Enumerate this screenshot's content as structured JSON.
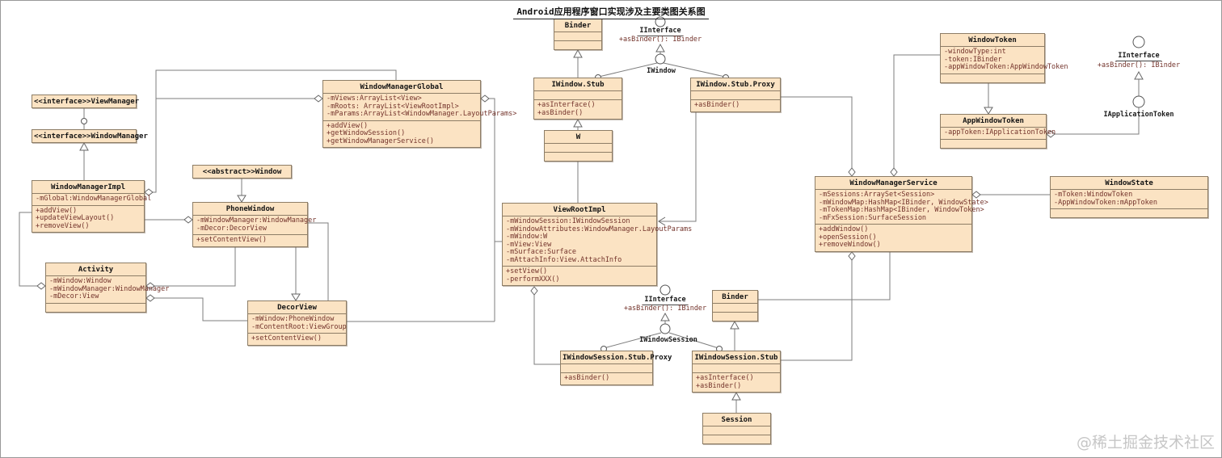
{
  "title": "Android应用程序窗口实现涉及主要类图关系图",
  "watermark": "@稀土掘金技术社区",
  "colors": {
    "box_fill": "#fbe3c3",
    "box_border": "#8d7d66",
    "title_text": "#141414",
    "member_text": "#73332b",
    "line_color": "#7e7e7e",
    "watermark_text": "#c6c6c6"
  },
  "classes": {
    "viewmanager": {
      "name": "<<interface>>ViewManager"
    },
    "windowmanager_if": {
      "name": "<<interface>>WindowManager"
    },
    "windowmanagerimpl": {
      "name": "WindowManagerImpl",
      "attributes": [
        "-mGlobal:WindowManagerGlobal"
      ],
      "operations": [
        "+addView()",
        "+updateViewLayout()",
        "+removeView()"
      ]
    },
    "activity": {
      "name": "Activity",
      "attributes": [
        "-mWindow:Window",
        "-mWindowManager:WindowManager",
        "-mDecor:View"
      ],
      "operations": []
    },
    "window_abs": {
      "name": "<<abstract>>Window"
    },
    "phonewindow": {
      "name": "PhoneWindow",
      "attributes": [
        "-mWindowManager:WindowManager",
        "-mDecor:DecorView"
      ],
      "operations": [
        "+setContentView()"
      ]
    },
    "decorview": {
      "name": "DecorView",
      "attributes": [
        "-mWindow:PhoneWindow",
        "-mContentRoot:ViewGroup"
      ],
      "operations": [
        "+setContentView()"
      ]
    },
    "windowmanagerglobal": {
      "name": "WindowManagerGlobal",
      "attributes": [
        "-mViews:ArrayList<View>",
        "-mRoots: ArrayList<ViewRootImpl>",
        "-mParams:ArrayList<WindowManager.LayoutParams>"
      ],
      "operations": [
        "+addView()",
        "+getWindowSession()",
        "+getWindowManagerService()"
      ]
    },
    "binder_top": {
      "name": "Binder",
      "attributes": [],
      "operations": []
    },
    "iwindow_stub": {
      "name": "IWindow.Stub",
      "attributes": [],
      "operations": [
        "+asInterface()",
        "+asBinder()"
      ]
    },
    "iwindow_stub_proxy": {
      "name": "IWindow.Stub.Proxy",
      "attributes": [],
      "operations": [
        "+asBinder()"
      ]
    },
    "w": {
      "name": "W",
      "attributes": [],
      "operations": []
    },
    "viewrootimpl": {
      "name": "ViewRootImpl",
      "attributes": [
        "-mWindowSession:IWindowSession",
        "-mWindowAttributes:WindowManager.LayoutParams",
        "-mWindow:W",
        "-mView:View",
        "-mSurface:Surface",
        "-mAttachInfo:View.AttachInfo"
      ],
      "operations": [
        "+setView()",
        "-performXXX()"
      ]
    },
    "windowmanagerservice": {
      "name": "WindowManagerService",
      "attributes": [
        "-mSessions:ArraySet<Session>",
        "-mWindowMap:HashMap<IBinder, WindowState>",
        "-mTokenMap:HashMap<IBinder, WindowToken>",
        "-mFxSession:SurfaceSession"
      ],
      "operations": [
        "+addWindow()",
        "+openSession()",
        "+removeWindow()"
      ]
    },
    "windowtoken": {
      "name": "WindowToken",
      "attributes": [
        "-windowType:int",
        "-token:IBinder",
        "-appWindowToken:AppWindowToken"
      ],
      "operations": []
    },
    "appwindowtoken": {
      "name": "AppWindowToken",
      "attributes": [
        "-appToken:IApplicationToken"
      ],
      "operations": []
    },
    "windowstate": {
      "name": "WindowState",
      "attributes": [
        "-mToken:WindowToken",
        "-AppWindowToken:mAppToken"
      ],
      "operations": []
    },
    "binder_bottom": {
      "name": "Binder",
      "attributes": [],
      "operations": []
    },
    "iwindowsession_stub_proxy": {
      "name": "IWindowSession.Stub.Proxy",
      "attributes": [],
      "operations": [
        "+asBinder()"
      ]
    },
    "iwindowsession_stub": {
      "name": "IWindowSession.Stub",
      "attributes": [],
      "operations": [
        "+asInterface()",
        "+asBinder()"
      ]
    },
    "session": {
      "name": "Session",
      "attributes": [],
      "operations": []
    }
  },
  "lollipops": {
    "iinterface_top": {
      "label": "IInterface",
      "operation": "+asBinder(): IBinder"
    },
    "iwindow": {
      "label": "IWindow"
    },
    "iinterface_right": {
      "label": "IInterface",
      "operation": "+asBinder(): IBinder"
    },
    "iapplicationtoken": {
      "label": "IApplicationToken"
    },
    "iinterface_bottom": {
      "label": "IInterface",
      "operation": "+asBinder(): IBinder"
    },
    "iwindowsession": {
      "label": "IWindowSession"
    }
  }
}
